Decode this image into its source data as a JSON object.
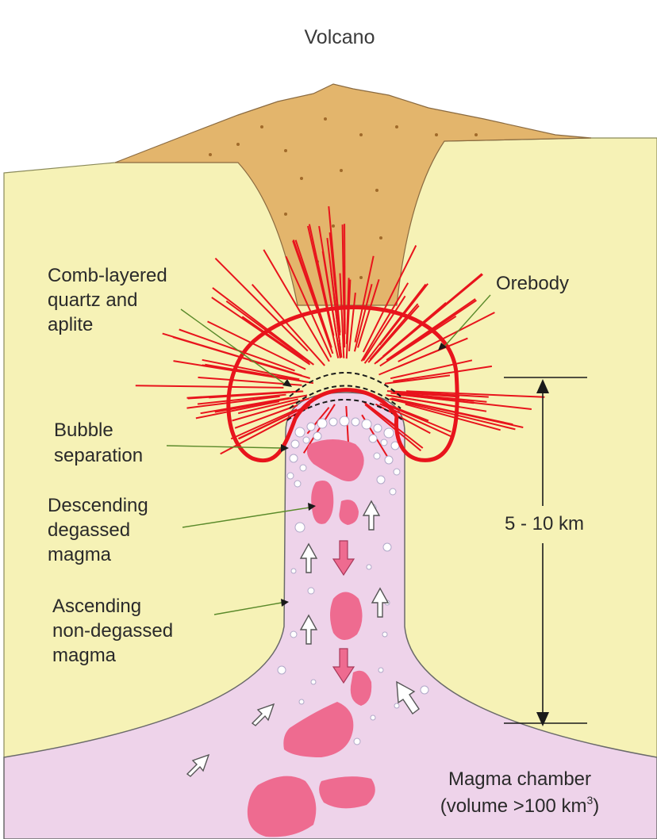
{
  "title": "Volcano",
  "labels": {
    "comb_layered": [
      "Comb-layered",
      "quartz and",
      "aplite"
    ],
    "orebody": "Orebody",
    "bubble_separation": [
      "Bubble",
      "separation"
    ],
    "descending": [
      "Descending",
      "degassed",
      "magma"
    ],
    "ascending": [
      "Ascending",
      "non-degassed",
      "magma"
    ],
    "depth": "5 - 10 km",
    "magma_chamber": "Magma chamber",
    "volume_prefix": "(volume >100 km",
    "volume_sup": "3",
    "volume_suffix": ")"
  },
  "colors": {
    "sky": "#ffffff",
    "crust": "#f6f2b6",
    "volcano": "#e3b56c",
    "conduit": "#eed3ea",
    "chamber": "#ebc4dc",
    "magma_blob": "#ee6b90",
    "orebody": "#e8141c",
    "arrow_fill": "#ffffff",
    "arrow_descend": "#ee6b90"
  }
}
